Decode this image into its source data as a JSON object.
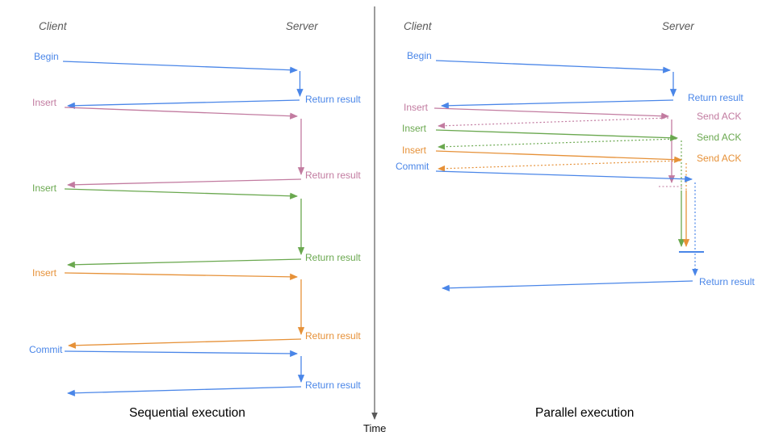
{
  "colors": {
    "transaction_blue": "#4a86e8",
    "insert_pink": "#c27ba0",
    "insert_green": "#6aa84f",
    "insert_orange": "#e69138",
    "axis_gray": "#595959"
  },
  "time_axis": {
    "label": "Time"
  },
  "panels": {
    "sequential": {
      "caption": "Sequential execution",
      "client_header": "Client",
      "server_header": "Server",
      "messages": [
        {
          "request": "Begin",
          "response": "Return result",
          "color": "#4a86e8",
          "response_style": "solid"
        },
        {
          "request": "Insert",
          "response": "Return result",
          "color": "#c27ba0",
          "response_style": "solid"
        },
        {
          "request": "Insert",
          "response": "Return result",
          "color": "#6aa84f",
          "response_style": "solid"
        },
        {
          "request": "Insert",
          "response": "Return result",
          "color": "#e69138",
          "response_style": "solid"
        },
        {
          "request": "Commit",
          "response": "Return result",
          "color": "#4a86e8",
          "response_style": "solid"
        }
      ]
    },
    "parallel": {
      "caption": "Parallel execution",
      "client_header": "Client",
      "server_header": "Server",
      "messages": [
        {
          "request": "Begin",
          "response": "Return result",
          "color": "#4a86e8",
          "response_style": "solid"
        },
        {
          "request": "Insert",
          "response": "Send ACK",
          "color": "#c27ba0",
          "response_style": "dashed"
        },
        {
          "request": "Insert",
          "response": "Send ACK",
          "color": "#6aa84f",
          "response_style": "dashed"
        },
        {
          "request": "Insert",
          "response": "Send ACK",
          "color": "#e69138",
          "response_style": "dashed"
        },
        {
          "request": "Commit",
          "response": "Return result",
          "color": "#4a86e8",
          "response_style": "solid"
        }
      ]
    }
  }
}
